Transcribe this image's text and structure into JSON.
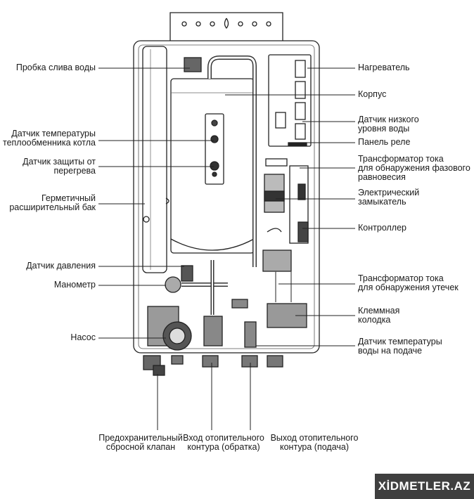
{
  "labels": {
    "drain_plug": "Пробка слива воды",
    "hx_temp_sensor": [
      "Датчик температуры",
      "теплообменника котла"
    ],
    "overheat_sensor": [
      "Датчик защиты от",
      "перегрева"
    ],
    "expansion_tank": [
      "Герметичный",
      "расширительный бак"
    ],
    "pressure_sensor": "Датчик давления",
    "manometer": "Манометр",
    "pump": "Насос",
    "safety_valve": [
      "Предохранительный",
      "сбросной клапан"
    ],
    "heating_return": [
      "Вход отопительного",
      "контура (обратка)"
    ],
    "heating_supply": [
      "Выход отопительного",
      "контура (подача)"
    ],
    "heater": "Нагреватель",
    "casing": "Корпус",
    "low_water_sensor": [
      "Датчик низкого",
      "уровня воды"
    ],
    "relay_panel": "Панель реле",
    "phase_ct": [
      "Трансформатор тока",
      "для обнаружения фазового",
      "равновесия"
    ],
    "contactor": [
      "Электрический",
      "замыкатель"
    ],
    "controller": "Контроллер",
    "leak_ct": [
      "Трансформатор тока",
      "для обнаружения утечек"
    ],
    "terminal_block": [
      "Клеммная",
      "колодка"
    ],
    "supply_temp_sensor": [
      "Датчик температуры",
      "воды на подаче"
    ]
  },
  "watermark": "XİDMETLER.AZ"
}
